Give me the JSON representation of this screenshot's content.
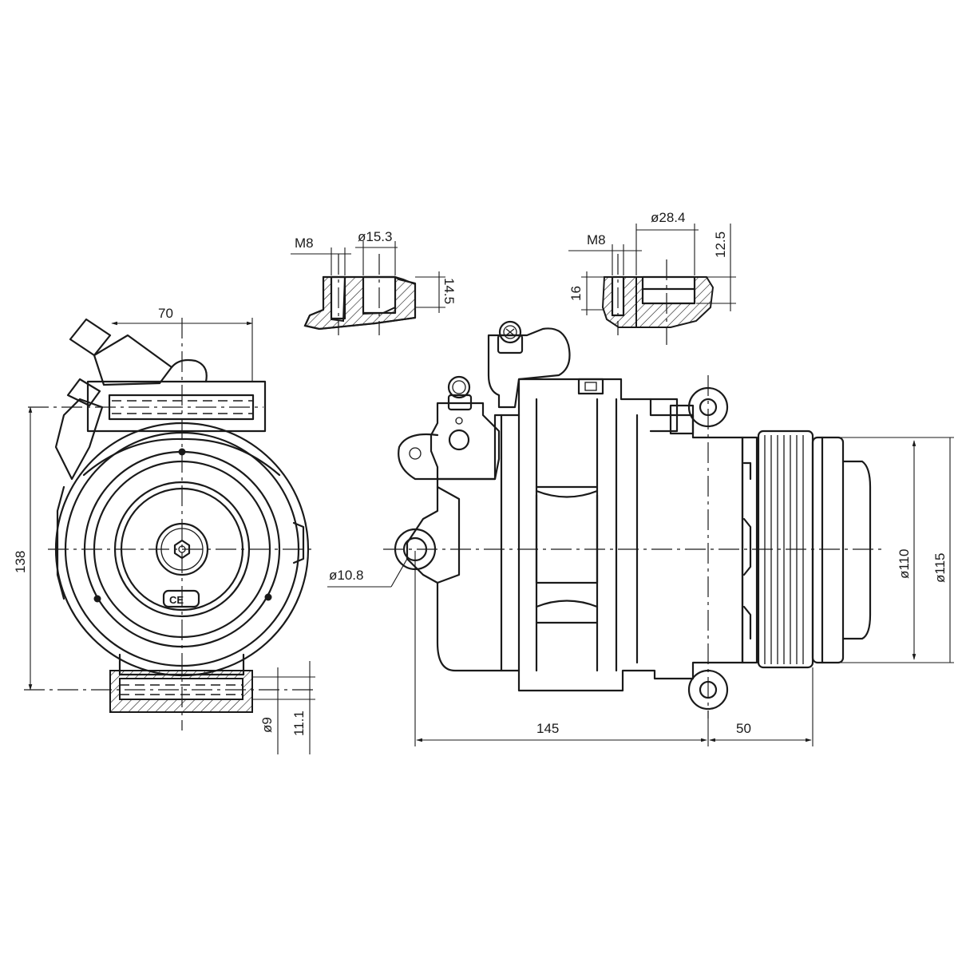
{
  "dimensions": {
    "port1_thread": "M8",
    "port1_diameter": "ø15.3",
    "port1_depth": "14.5",
    "port2_thread": "M8",
    "port2_diameter": "ø28.4",
    "port2_offset": "12.5",
    "port2_depth": "16",
    "front_width": "70",
    "front_height": "138",
    "mount_bore": "ø9",
    "mount_offset": "11.1",
    "side_bore": "ø10.8",
    "pulley_inner": "ø110",
    "pulley_outer": "ø115",
    "body_length": "145",
    "pulley_length": "50"
  },
  "logo_text": "CE"
}
